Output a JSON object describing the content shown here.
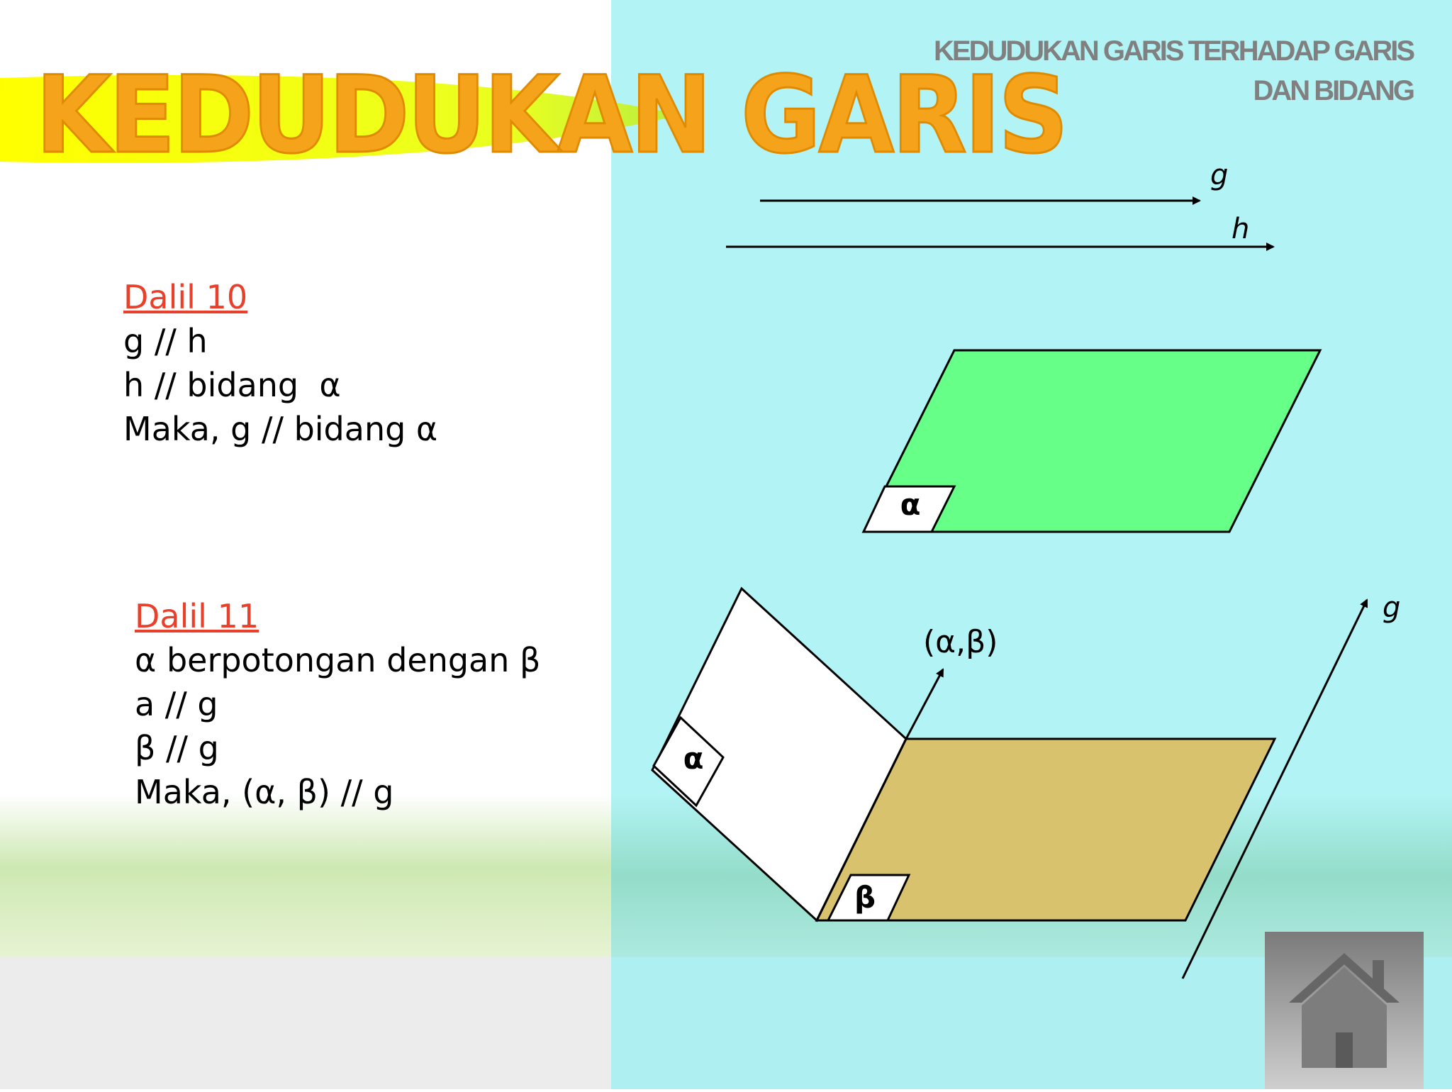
{
  "header": {
    "title": "KEDUDUKAN GARIS TERHADAP GARIS DAN BIDANG"
  },
  "main_title": "KEDUDUKAN GARIS",
  "theorem_10": {
    "heading": "Dalil 10",
    "lines": [
      "g // h",
      "h // bidang  α",
      "Maka, g // bidang α"
    ]
  },
  "theorem_11": {
    "heading": "Dalil 11",
    "lines": [
      "α berpotongan dengan β",
      "a // g",
      "β // g",
      "Maka, (α, β) // g"
    ]
  },
  "diagram_1": {
    "line_g_label": "g",
    "line_h_label": "h",
    "plane_label": "α"
  },
  "diagram_2": {
    "plane_alpha_label": "α",
    "plane_beta_label": "β",
    "intersection_label": "(α,β)",
    "line_g_label": "g"
  },
  "colors": {
    "title": "#f5a31a",
    "swoosh": "#ffff00",
    "heading": "#e8402a",
    "plane_alpha_fill": "#66ff88",
    "plane_beta_fill": "#d9c26e",
    "right_background": "#b2f3f5"
  },
  "icons": {
    "home_button": "home-icon"
  }
}
